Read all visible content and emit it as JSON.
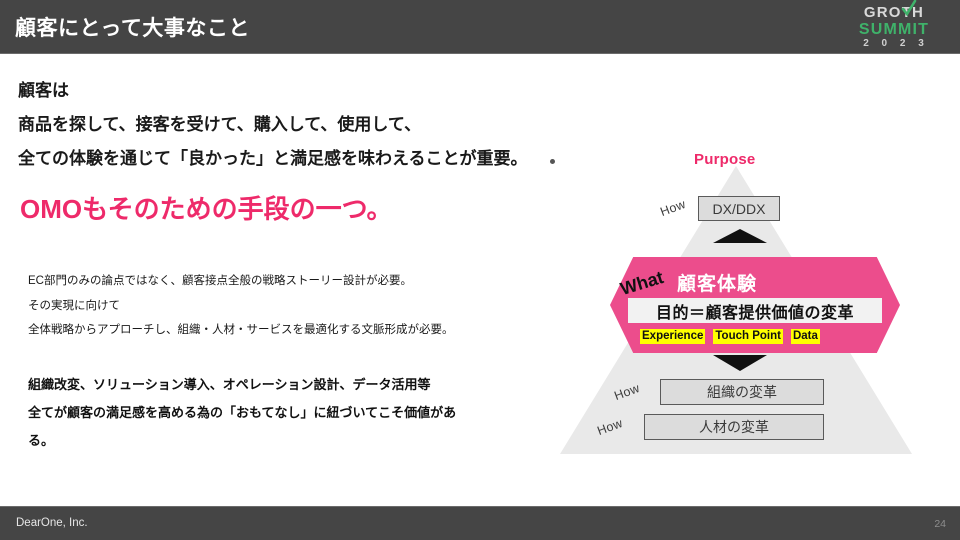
{
  "header": {
    "title": "顧客にとって大事なこと",
    "bg_color": "#454545",
    "logo": {
      "line1": "GRO",
      "line1_tail": "TH",
      "line2": "SUMMIT",
      "line3": "2 0 2 3",
      "accent_color": "#3fb26a"
    }
  },
  "body": {
    "lead_lines": [
      "顧客は",
      "商品を探して、接客を受けて、購入して、使用して、",
      "全ての体験を通じて「良かった」と満足感を味わえることが重要。"
    ],
    "omo_headline": "OMOもそのための手段の一つ。",
    "omo_color": "#ee2a6a",
    "note_lines": [
      "EC部門のみの論点ではなく、顧客接点全般の戦略ストーリー設計が必要。",
      "その実現に向けて",
      "全体戦略からアプローチし、組織・人材・サービスを最適化する文脈形成が必要。"
    ],
    "summary_lines": [
      "組織改変、ソリューション導入、オペレーション設計、データ活用等",
      "全てが顧客の満足感を高める為の「おもてなし」に紐づいてこそ価値があ",
      "る。"
    ]
  },
  "diagram": {
    "apex_label": "Purpose",
    "apex_color": "#ee2a6a",
    "how_labels": [
      "How",
      "How",
      "How"
    ],
    "boxes": {
      "dx": "DX/DDX",
      "org": "組織の変革",
      "hr": "人材の変革"
    },
    "hexagon": {
      "what_label": "What",
      "title": "顧客体験",
      "purpose_box": "目的＝顧客提供価値の変革",
      "fill_color": "#ec4d8c",
      "tags": [
        "Experience",
        "Touch Point",
        "Data"
      ],
      "tag_highlight_color": "#ffff00"
    }
  },
  "footer": {
    "company": "DearOne, Inc.",
    "page_number": "24"
  }
}
